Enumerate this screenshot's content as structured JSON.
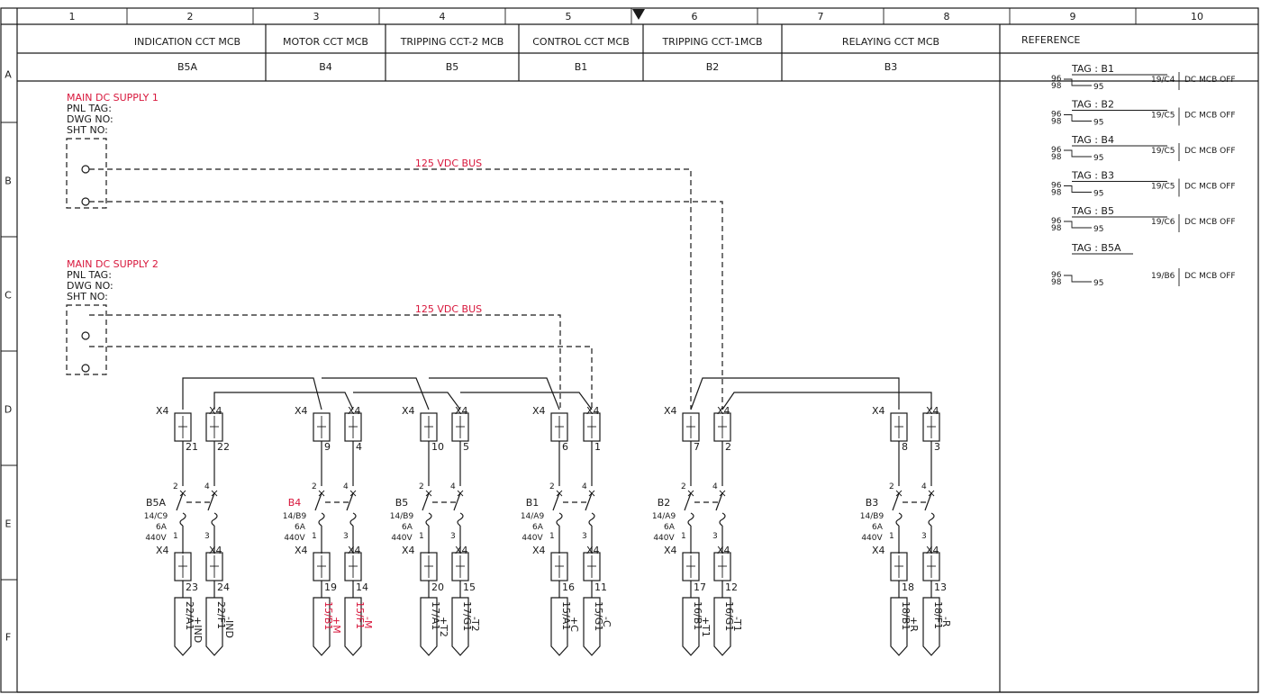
{
  "colors": {
    "ink": "#1a1a1a",
    "accent": "#d8173c",
    "paper": "#ffffff"
  },
  "zone_columns": [
    "1",
    "2",
    "3",
    "4",
    "5",
    "6",
    "7",
    "8",
    "9",
    "10"
  ],
  "zone_rows": [
    "A",
    "B",
    "C",
    "D",
    "E",
    "F"
  ],
  "header": {
    "titles": [
      "INDICATION CCT MCB",
      "MOTOR CCT MCB",
      "TRIPPING CCT-2 MCB",
      "CONTROL CCT MCB",
      "TRIPPING CCT-1MCB",
      "RELAYING CCT MCB"
    ],
    "tags": [
      "B5A",
      "B4",
      "B5",
      "B1",
      "B2",
      "B3"
    ],
    "reference_label": "REFERENCE"
  },
  "supplies": [
    {
      "title": "MAIN DC SUPPLY 1",
      "fields": [
        "PNL TAG:",
        "DWG NO:",
        "SHT NO:"
      ],
      "bus_label": "125 VDC BUS"
    },
    {
      "title": "MAIN DC SUPPLY 2",
      "fields": [
        "PNL TAG:",
        "DWG NO:",
        "SHT NO:"
      ],
      "bus_label": "125 VDC BUS"
    }
  ],
  "reference": [
    {
      "tag": "TAG : B1",
      "aux_no": "95",
      "ref": "19/C4",
      "desc": "DC MCB OFF"
    },
    {
      "tag": "TAG : B2",
      "aux_no": "95",
      "ref": "19/C5",
      "desc": "DC MCB OFF"
    },
    {
      "tag": "TAG : B4",
      "aux_no": "95",
      "ref": "19/C5",
      "desc": "DC MCB OFF"
    },
    {
      "tag": "TAG : B3",
      "aux_no": "95",
      "ref": "19/C5",
      "desc": "DC MCB OFF"
    },
    {
      "tag": "TAG : B5",
      "aux_no": "95",
      "ref": "19/C6",
      "desc": "DC MCB OFF"
    },
    {
      "tag": "TAG : B5A",
      "aux_no": "95",
      "ref": "19/B6",
      "desc": "DC MCB OFF"
    }
  ],
  "ref_contact_pins": {
    "top": "96",
    "bottom": "98"
  },
  "terminal_block": "X4",
  "breaker_pins": {
    "line_1": "2",
    "line_2": "4",
    "load_1": "1",
    "load_2": "3"
  },
  "circuits": [
    {
      "tag": "B5A",
      "highlight": false,
      "ref": "14/C9",
      "rating": "6A",
      "voltage": "440V",
      "top_terms": [
        "21",
        "22"
      ],
      "bot_terms": [
        "23",
        "24"
      ],
      "arrows": [
        "22/A1",
        "22/F1"
      ],
      "signals": [
        "+IND",
        "-IND"
      ]
    },
    {
      "tag": "B4",
      "highlight": true,
      "ref": "14/B9",
      "rating": "6A",
      "voltage": "440V",
      "top_terms": [
        "9",
        "4"
      ],
      "bot_terms": [
        "19",
        "14"
      ],
      "arrows": [
        "15/B1",
        "15/F1"
      ],
      "signals": [
        "+M",
        "-M"
      ]
    },
    {
      "tag": "B5",
      "highlight": false,
      "ref": "14/B9",
      "rating": "6A",
      "voltage": "440V",
      "top_terms": [
        "10",
        "5"
      ],
      "bot_terms": [
        "20",
        "15"
      ],
      "arrows": [
        "17/A1",
        "17/G1"
      ],
      "signals": [
        "+T2",
        "-T2"
      ]
    },
    {
      "tag": "B1",
      "highlight": false,
      "ref": "14/A9",
      "rating": "6A",
      "voltage": "440V",
      "top_terms": [
        "6",
        "1"
      ],
      "bot_terms": [
        "16",
        "11"
      ],
      "arrows": [
        "15/A1",
        "15/G1"
      ],
      "signals": [
        "+C",
        "-C"
      ]
    },
    {
      "tag": "B2",
      "highlight": false,
      "ref": "14/A9",
      "rating": "6A",
      "voltage": "440V",
      "top_terms": [
        "7",
        "2"
      ],
      "bot_terms": [
        "17",
        "12"
      ],
      "arrows": [
        "16/B1",
        "16/G1"
      ],
      "signals": [
        "+T1",
        "-T1"
      ]
    },
    {
      "tag": "B3",
      "highlight": false,
      "ref": "14/B9",
      "rating": "6A",
      "voltage": "440V",
      "top_terms": [
        "8",
        "3"
      ],
      "bot_terms": [
        "18",
        "13"
      ],
      "arrows": [
        "18/B1",
        "18/F1"
      ],
      "signals": [
        "+R",
        "-R"
      ]
    }
  ]
}
